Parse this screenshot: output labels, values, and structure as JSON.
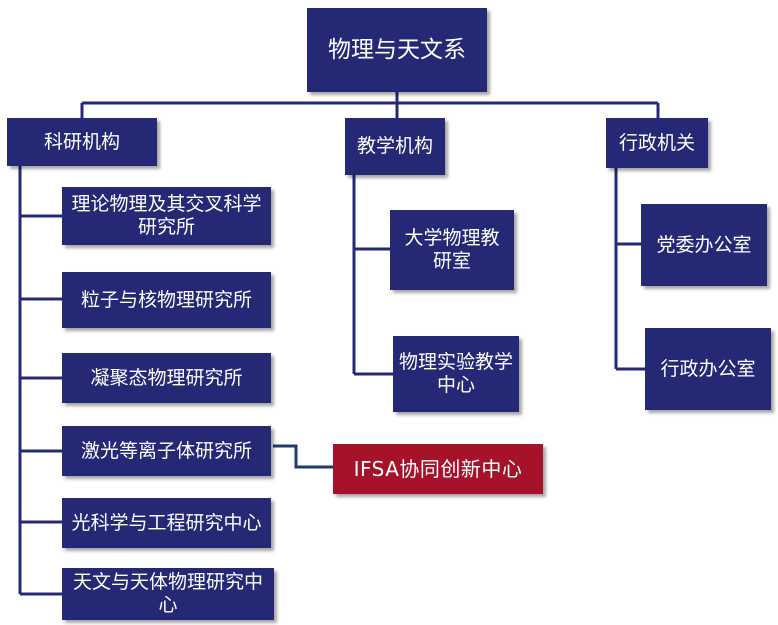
{
  "colors": {
    "box": "#252875",
    "highlight": "#a5122a",
    "connector": "#252875",
    "highlight_connector": "#1f3a6b",
    "text": "#ffffff"
  },
  "root": {
    "label": "物理与天文系"
  },
  "branches": {
    "research": {
      "label": "科研机构",
      "items": [
        "理论物理及其交叉科学研究所",
        "粒子与核物理研究所",
        "凝聚态物理研究所",
        "激光等离子体研究所",
        "光科学与工程研究中心",
        "天文与天体物理研究中心"
      ]
    },
    "teaching": {
      "label": "教学机构",
      "items": [
        "大学物理教研室",
        "物理实验教学中心"
      ]
    },
    "admin": {
      "label": "行政机关",
      "items": [
        "党委办公室",
        "行政办公室"
      ]
    }
  },
  "highlight": {
    "label": "IFSA协同创新中心"
  }
}
